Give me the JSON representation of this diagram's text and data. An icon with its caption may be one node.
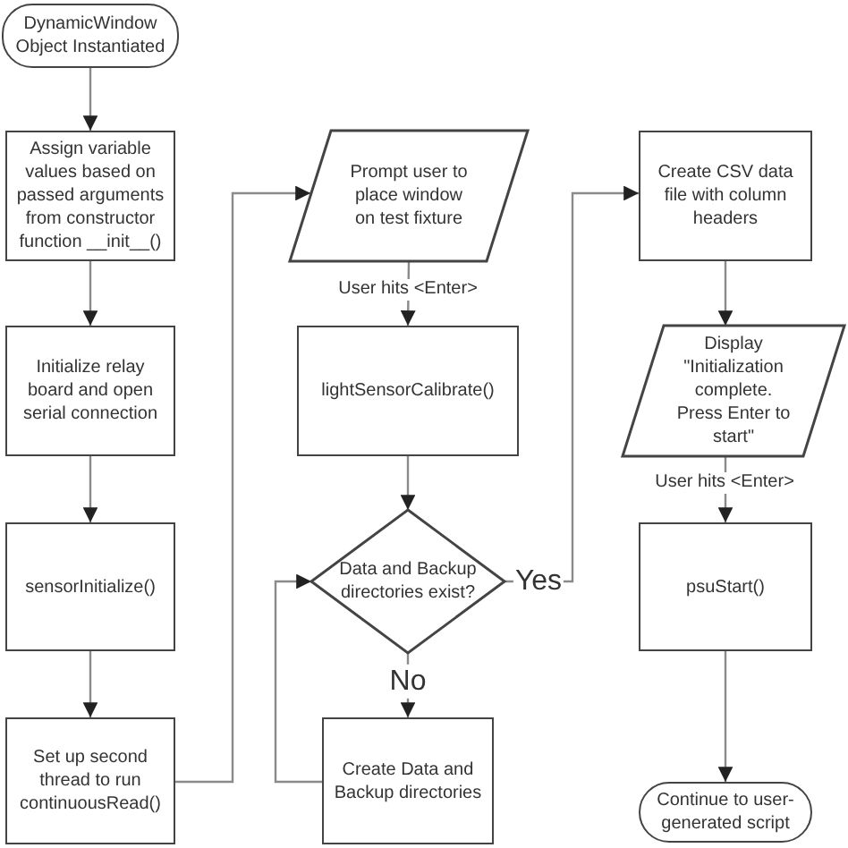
{
  "diagram": {
    "nodes": [
      {
        "text": [
          "DynamicWindow Object Instantiated"
        ]
      },
      {
        "text": [
          "Assign variable values based on passed arguments from constructor function __init__()"
        ]
      },
      {
        "text": [
          "Initialize relay board and open serial connection"
        ]
      },
      {
        "text": [
          "sensorInitialize()"
        ]
      },
      {
        "text": [
          "Set up second thread to run continuousRead()"
        ]
      },
      {
        "text": [
          "Prompt user to place window on test fixture"
        ]
      },
      {
        "text": [
          "lightSensorCalibrate()"
        ]
      },
      {
        "text": [
          "Data and Backup directories exist?"
        ]
      },
      {
        "text": [
          "Create Data and Backup directories"
        ]
      },
      {
        "text": [
          "Create CSV data file with column headers"
        ]
      },
      {
        "text": [
          "Display \"Initialization complete. Press Enter to start\""
        ]
      },
      {
        "text": [
          "psuStart()"
        ]
      },
      {
        "text": [
          "Continue to user-generated script"
        ]
      }
    ],
    "edges": [
      {
        "from": 0,
        "to": 1,
        "arrow": "to"
      },
      {
        "from": 1,
        "to": 2,
        "arrow": "to"
      },
      {
        "from": 2,
        "to": 3,
        "arrow": "to"
      },
      {
        "from": 3,
        "to": 4,
        "arrow": "to"
      },
      {
        "from": 4,
        "to": 5,
        "arrow": "to"
      },
      {
        "from": 5,
        "to": 6,
        "arrow": "to",
        "label": "User hits <Enter>"
      },
      {
        "from": 6,
        "to": 7,
        "arrow": "to"
      },
      {
        "from": 7,
        "to": 9,
        "arrow": "to",
        "label": "Yes"
      },
      {
        "from": 7,
        "to": 8,
        "arrow": "to",
        "label": "No"
      },
      {
        "from": 8,
        "to": 7,
        "arrow": "to"
      },
      {
        "from": 9,
        "to": 10,
        "arrow": "to"
      },
      {
        "from": 10,
        "to": 11,
        "arrow": "to",
        "label": "User hits <Enter>"
      },
      {
        "from": 11,
        "to": 12,
        "arrow": "to"
      }
    ]
  }
}
